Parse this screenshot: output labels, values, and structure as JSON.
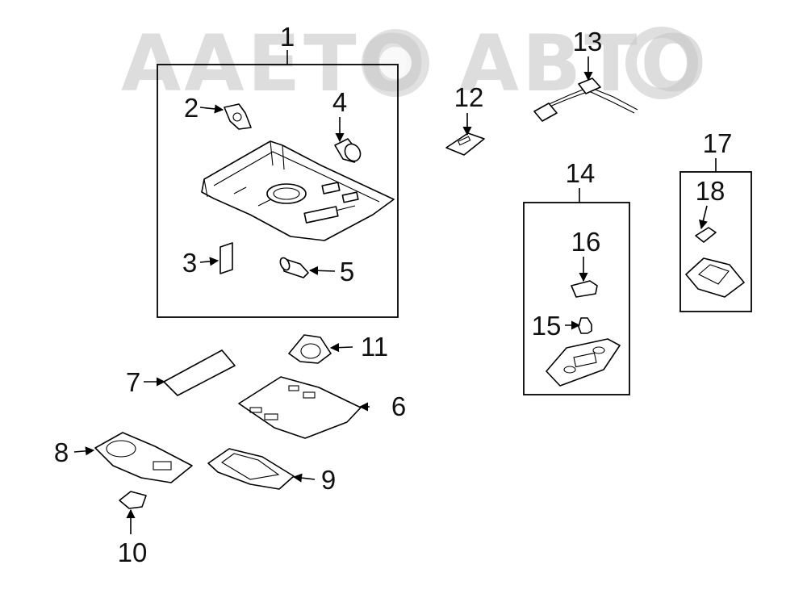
{
  "diagram": {
    "watermark": "ААЕТО АВТО",
    "callouts": [
      "1",
      "2",
      "3",
      "4",
      "5",
      "6",
      "7",
      "8",
      "9",
      "10",
      "11",
      "12",
      "13",
      "14",
      "15",
      "16",
      "17",
      "18"
    ]
  }
}
